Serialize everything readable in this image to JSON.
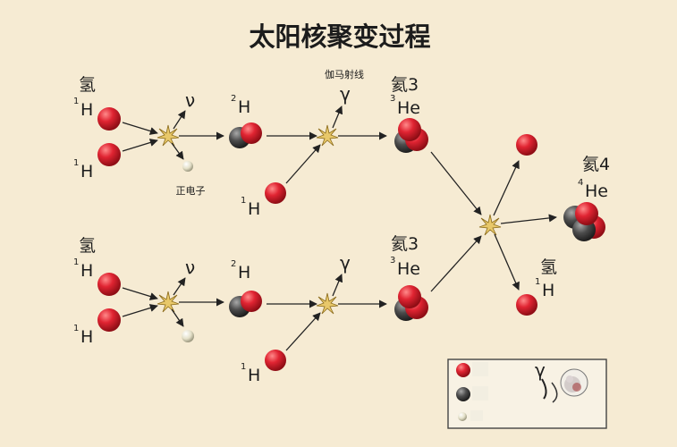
{
  "title": "太阳核聚变过程",
  "labels": {
    "hydrogen": "氢",
    "h1": "H",
    "h1_mass": "1",
    "h2": "H",
    "h2_mass": "2",
    "neutrino": "ν",
    "positron": "正电子",
    "gamma": "γ",
    "gamma_ray": "伽马射线",
    "helium3": "氦3",
    "he3": "He",
    "he3_mass": "3",
    "helium4": "氦4",
    "he4": "He",
    "he4_mass": "4"
  },
  "colors": {
    "proton": "#d4202c",
    "neutron": "#4a4a4a",
    "positron": "#e6e2cc",
    "background": "#f6ebd3",
    "flash": "#c9a23a"
  },
  "legend": {
    "gamma": "γ"
  }
}
